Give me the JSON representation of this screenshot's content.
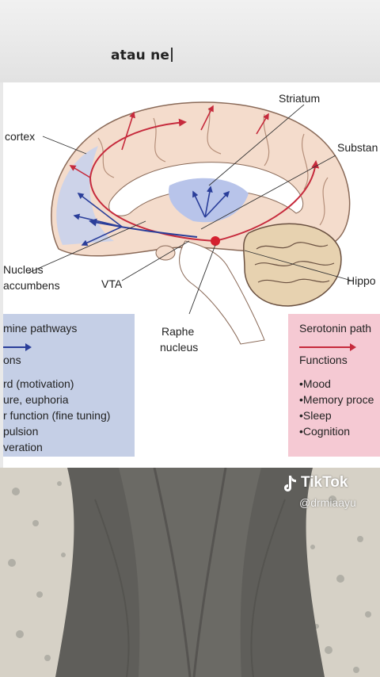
{
  "caption": "atau ne",
  "diagram": {
    "labels": {
      "striatum": "Striatum",
      "cortex": "cortex",
      "substantia": "Substan",
      "nucleus_line1": "Nucleus",
      "nucleus_line2": "accumbens",
      "vta": "VTA",
      "hippo": "Hippo",
      "raphe_line1": "Raphe",
      "raphe_line2": "nucleus"
    },
    "dopamine_box": {
      "title": "mine pathways",
      "functions_header": "ons",
      "items": [
        "rd (motivation)",
        "ure, euphoria",
        "r function (fine tuning)",
        "pulsion",
        "veration"
      ],
      "color": "#c5cfe6",
      "arrow_color": "#2a3e9a"
    },
    "serotonin_box": {
      "title": "Serotonin path",
      "functions_header": "Functions",
      "items": [
        "•Mood",
        "•Memory proce",
        "•Sleep",
        "•Cognition"
      ],
      "color": "#f5c9d3",
      "arrow_color": "#c62a3c"
    }
  },
  "tiktok": {
    "brand": "TikTok",
    "handle": "@drmiaayu",
    "icon": "tiktok-logo-icon"
  }
}
